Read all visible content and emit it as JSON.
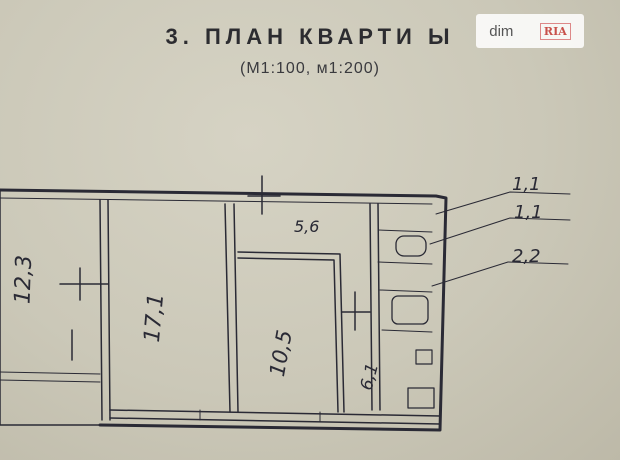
{
  "header": {
    "title": "3. ПЛАН КВАРТИ Ы",
    "scale": "(М1:100, м1:200)"
  },
  "watermark": {
    "text_left": "dim",
    "text_right": "RIA"
  },
  "plan": {
    "room_areas": [
      "12,3",
      "17,1",
      "10,5",
      "5,6",
      "6,1",
      "1,1",
      "1,1",
      "2,2"
    ],
    "ink_color": "#2a2a35",
    "paper_color": "#cbc8b8"
  }
}
